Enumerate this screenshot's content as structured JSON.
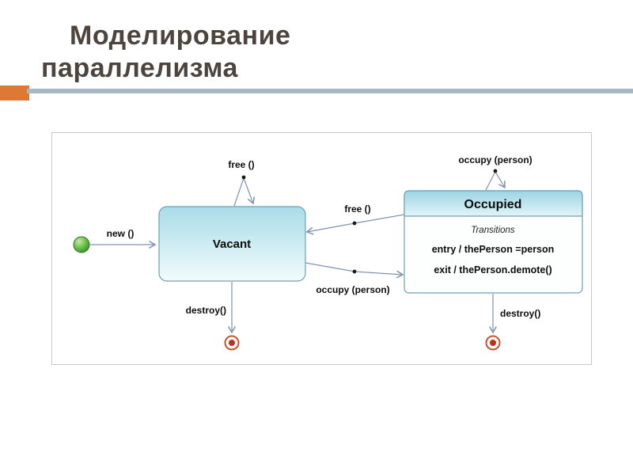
{
  "title": {
    "line1": "Моделирование",
    "line2": "параллелизма"
  },
  "diagram": {
    "states": {
      "vacant": {
        "name": "Vacant"
      },
      "occupied": {
        "name": "Occupied",
        "section_label": "Transitions",
        "entry_action": "entry / thePerson =person",
        "exit_action": "exit / thePerson.demote()"
      }
    },
    "transitions": {
      "new": "new ()",
      "free_self": "free ()",
      "free": "free ()",
      "occupy": "occupy (person)",
      "occupy_self": "occupy (person)",
      "destroy_vacant": "destroy()",
      "destroy_occupied": "destroy()"
    }
  },
  "colors": {
    "accent_orange": "#dc7a35",
    "divider_blue_gray": "#a6b7c5",
    "state_fill_top": "#a9dce8",
    "state_fill_bottom": "#f2fbfc",
    "state_border": "#6fa0b0",
    "arrow": "#8092b2",
    "initial_state_green": "#57b33e",
    "final_state_ring": "#c8532c",
    "final_state_dot": "#c03018"
  }
}
